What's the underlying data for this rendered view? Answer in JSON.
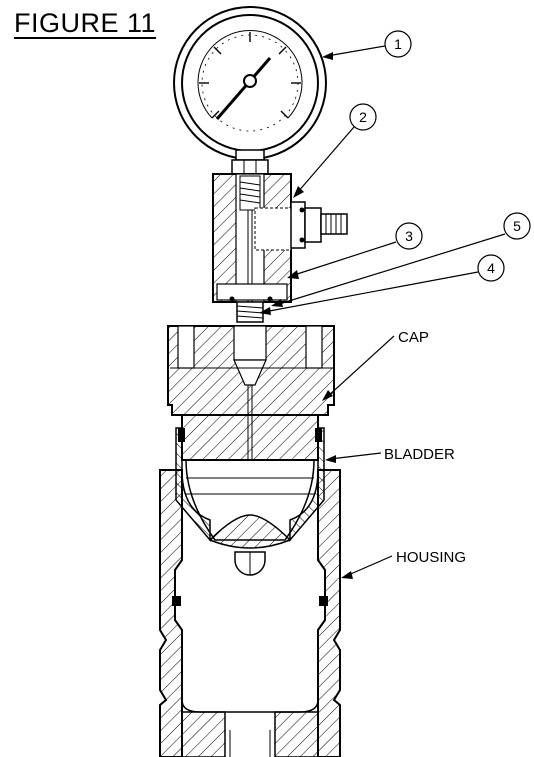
{
  "figure": {
    "title": "FIGURE 11"
  },
  "callouts": [
    {
      "id": "1",
      "label": "1"
    },
    {
      "id": "2",
      "label": "2"
    },
    {
      "id": "3",
      "label": "3"
    },
    {
      "id": "4",
      "label": "4"
    },
    {
      "id": "5",
      "label": "5"
    }
  ],
  "part_labels": {
    "cap": "CAP",
    "bladder": "BLADDER",
    "housing": "HOUSING"
  },
  "colors": {
    "line": "#000000",
    "background": "#ffffff"
  }
}
